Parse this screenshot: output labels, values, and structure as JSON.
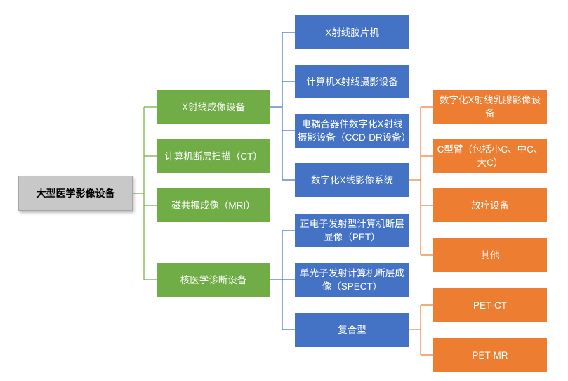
{
  "root": "大型医学影像设备",
  "level1": [
    "X射线成像设备",
    "计算机断层扫描（CT）",
    "磁共振成像（MRI）",
    "核医学诊断设备"
  ],
  "xray_children": [
    "X射线胶片机",
    "计算机X射线摄影设备",
    "电耦合器件数字化X射线摄影设备（CCD-DR设备）",
    "数字化X线影像系统"
  ],
  "nuclear_children": [
    "正电子发射型计算机断层显像（PET）",
    "单光子发射计算机断层成像（SPECT）",
    "复合型"
  ],
  "digital_xray_children": [
    "数字化X射线乳腺影像设备",
    "C型臂（包括小C、中C、大C）",
    "放疗设备",
    "其他"
  ],
  "composite_children": [
    "PET-CT",
    "PET-MR"
  ],
  "colors": {
    "level1": "#70ad47",
    "level2": "#4472c4",
    "level3": "#ed7d31",
    "root": "#c8c8c8"
  }
}
